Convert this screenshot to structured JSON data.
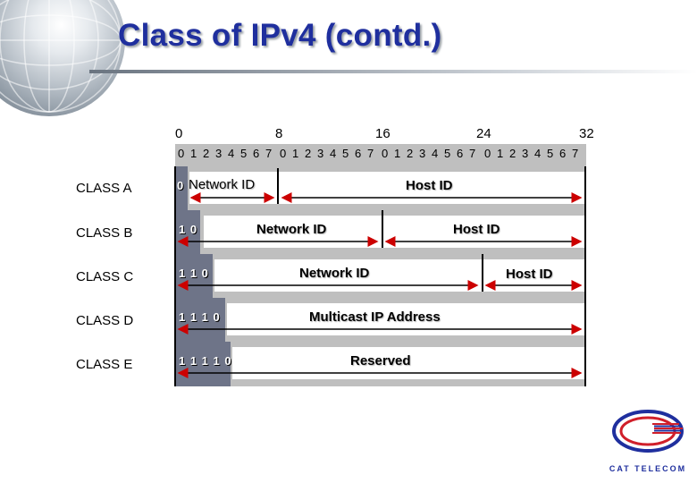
{
  "title": "Class of IPv4 (contd.)",
  "bit_positions": [
    "0",
    "8",
    "16",
    "24",
    "32"
  ],
  "bit_index_labels": [
    "0",
    "1",
    "2",
    "3",
    "4",
    "5",
    "6",
    "7"
  ],
  "rows": [
    {
      "label": "CLASS A",
      "prefix": "0",
      "field1": "Network ID",
      "field2": "Host ID"
    },
    {
      "label": "CLASS B",
      "prefix": "1 0",
      "field1": "Network ID",
      "field2": "Host ID"
    },
    {
      "label": "CLASS C",
      "prefix": "1 1 0",
      "field1": "Network ID",
      "field2": "Host ID"
    },
    {
      "label": "CLASS D",
      "prefix": "1 1 1 0",
      "field1": "Multicast IP Address"
    },
    {
      "label": "CLASS E",
      "prefix": "1 1 1 1 0",
      "field1": "Reserved"
    }
  ],
  "logo": {
    "name": "cat-telecom-logo",
    "text": "CAT TELECOM"
  }
}
